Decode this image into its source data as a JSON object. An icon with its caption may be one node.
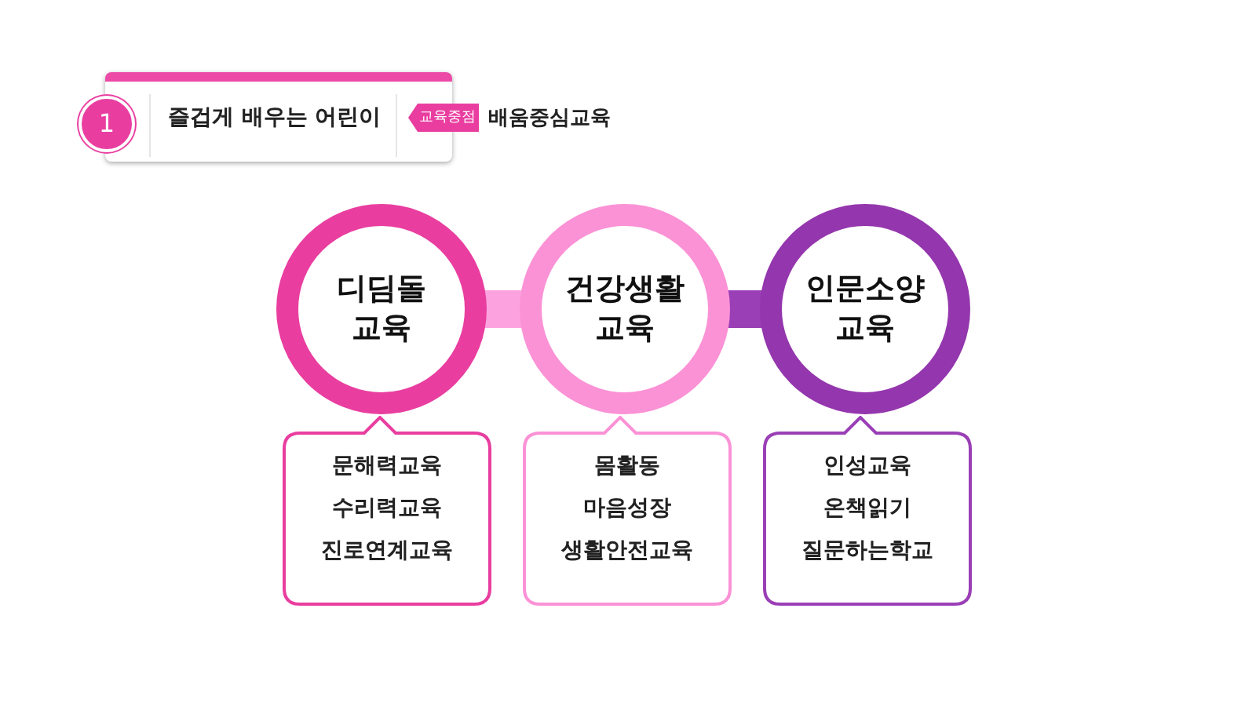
{
  "diagram": {
    "nodes": [
      {
        "text": [
          "즐겁게 배우는 어린이"
        ]
      },
      {
        "text": [
          "1"
        ]
      },
      {
        "text": [
          "교육중점"
        ],
        "beside": [
          "배움중심교육"
        ]
      },
      {
        "text": [
          "디딤돌 교육"
        ]
      },
      {
        "text": [
          "건강생활 교육"
        ]
      },
      {
        "text": [
          "인문소양 교육"
        ]
      },
      {
        "text": [
          "문해력교육",
          "수리력교육",
          "진로연계교육"
        ]
      },
      {
        "text": [
          "몸활동",
          "마음성장",
          "생활안전교육"
        ]
      },
      {
        "text": [
          "인성교육",
          "온책읽기",
          "질문하는학교"
        ]
      }
    ],
    "edges": [
      {
        "from": 3,
        "to": 4,
        "arrow": "none",
        "color": "#fca3df"
      },
      {
        "from": 4,
        "to": 5,
        "arrow": "none",
        "color": "#9a3fb6"
      }
    ]
  }
}
